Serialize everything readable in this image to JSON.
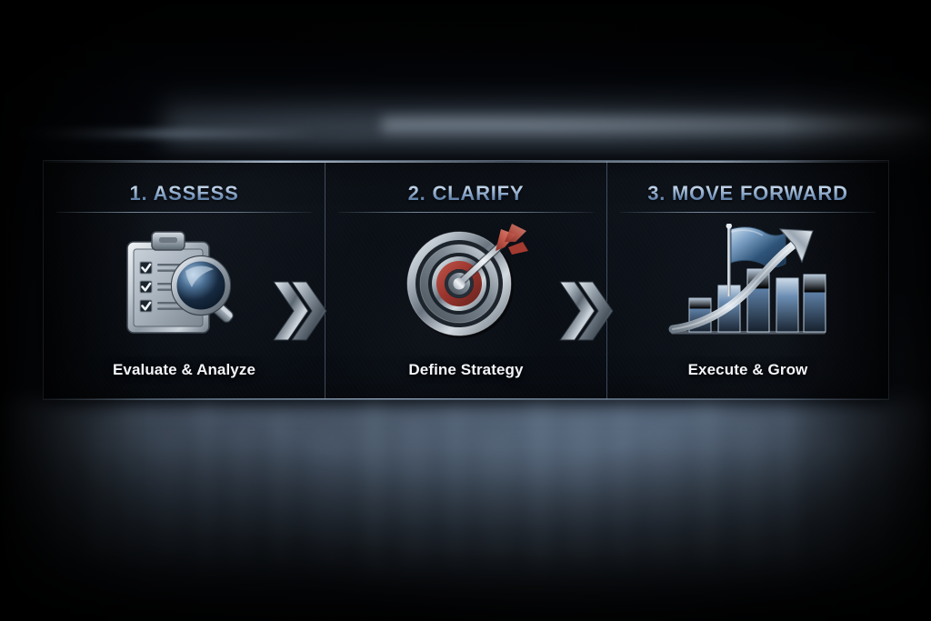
{
  "graphic": {
    "type": "three-step-process-infographic",
    "frame_border_color": "#96b0cd",
    "background": "blurred dark blue city skyline at night",
    "steps": [
      {
        "title": "1. ASSESS",
        "subtitle": "Evaluate & Analyze",
        "icon_name": "clipboard-checklist-magnifier-icon",
        "icon_description": "metallic clipboard with three checked checkboxes and a magnifying glass"
      },
      {
        "title": "2. CLARIFY",
        "subtitle": "Define Strategy",
        "icon_name": "target-bullseye-arrow-icon",
        "icon_description": "metallic concentric target with red rings and a red-fletched arrow in the center"
      },
      {
        "title": "3. MOVE FORWARD",
        "subtitle": "Execute & Grow",
        "icon_name": "growth-bar-chart-flag-arrow-icon",
        "icon_description": "ascending blue bar chart with a blue flag and a rising silver arrow"
      }
    ],
    "separators": [
      {
        "icon_name": "double-chevron-right-icon",
        "after_step": 1
      },
      {
        "icon_name": "double-chevron-right-icon",
        "after_step": 2
      }
    ],
    "colors": {
      "title_gradient_top": "#e2ecf7",
      "title_gradient_bottom": "#3d5f8a",
      "subtitle": "#f2f5f9",
      "panel_background": "#0a0e15",
      "accent_red": "#a83b33",
      "accent_blue": "#3b6ea5",
      "metal_light": "#e6ebf0",
      "metal_dark": "#4a545f"
    }
  }
}
